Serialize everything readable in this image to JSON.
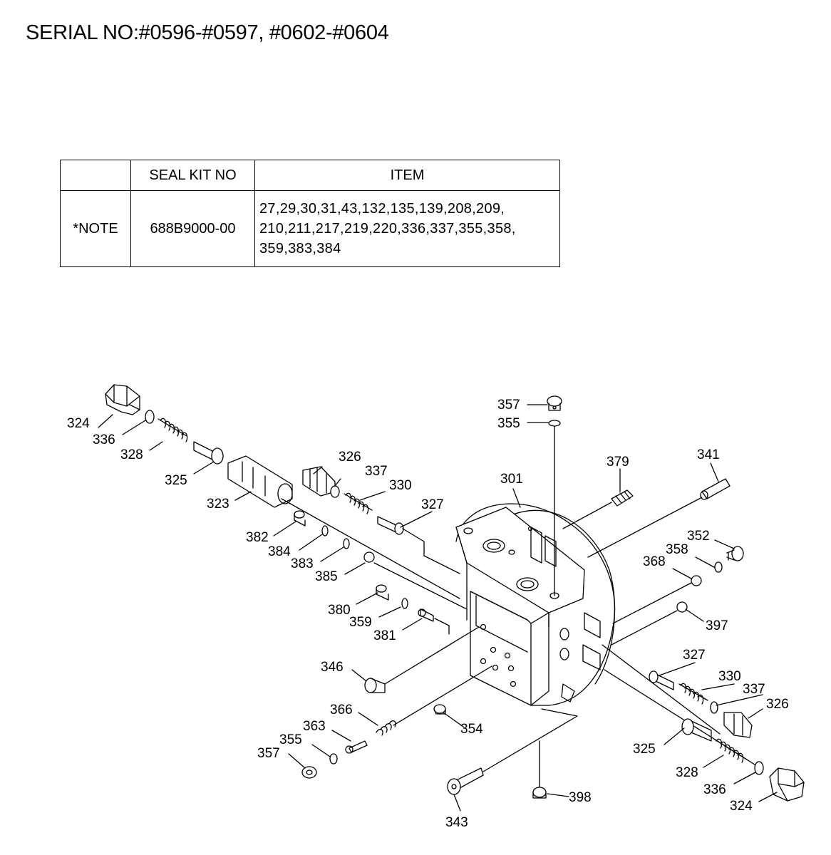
{
  "serial": "SERIAL NO:#0596-#0597, #0602-#0604",
  "table": {
    "headers": [
      "",
      "SEAL KIT NO",
      "ITEM"
    ],
    "row": {
      "note": "*NOTE",
      "kit_no": "688B9000-00",
      "items": [
        "27,29,30,31,43,132,135,139,208,209,",
        "210,211,217,219,220,336,337,355,358,",
        "359,383,384"
      ]
    }
  },
  "diagram": {
    "labels": {
      "l324a": "324",
      "l336a": "336",
      "l328a": "328",
      "l325a": "325",
      "l323": "323",
      "l326a": "326",
      "l337a": "337",
      "l330a": "330",
      "l327a": "327",
      "l382": "382",
      "l384": "384",
      "l383": "383",
      "l385": "385",
      "l380": "380",
      "l359": "359",
      "l381": "381",
      "l346": "346",
      "l366": "366",
      "l363": "363",
      "l355b": "355",
      "l357b": "357",
      "l343": "343",
      "l354": "354",
      "l398": "398",
      "l357a": "357",
      "l355a": "355",
      "l301": "301",
      "l379": "379",
      "l341": "341",
      "l352": "352",
      "l358": "358",
      "l368": "368",
      "l397": "397",
      "l327b": "327",
      "l330b": "330",
      "l337b": "337",
      "l326b": "326",
      "l325b": "325",
      "l328b": "328",
      "l336b": "336",
      "l324b": "324"
    }
  }
}
